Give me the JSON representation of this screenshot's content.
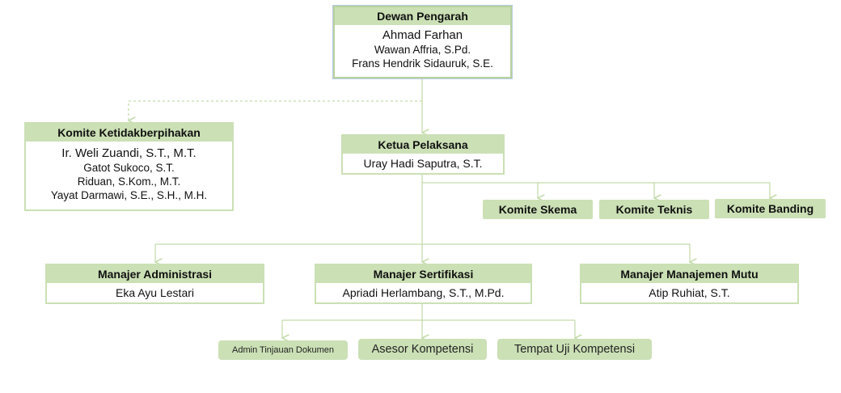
{
  "dewan_pengarah": {
    "title": "Dewan Pengarah",
    "members": [
      "Ahmad Farhan",
      "Wawan Affria, S.Pd.",
      "Frans Hendrik Sidauruk, S.E."
    ]
  },
  "komite_ketidakberpihakan": {
    "title": "Komite Ketidakberpihakan",
    "members": [
      "Ir. Weli Zuandi, S.T., M.T.",
      "Gatot Sukoco, S.T.",
      "Riduan, S.Kom., M.T.",
      "Yayat Darmawi, S.E., S.H., M.H."
    ]
  },
  "ketua_pelaksana": {
    "title": "Ketua Pelaksana",
    "member": "Uray Hadi Saputra, S.T."
  },
  "committees": {
    "skema": "Komite Skema",
    "teknis": "Komite Teknis",
    "banding": "Komite Banding"
  },
  "manajer_administrasi": {
    "title": "Manajer Administrasi",
    "member": "Eka Ayu Lestari"
  },
  "manajer_sertifikasi": {
    "title": "Manajer Sertifikasi",
    "member": "Apriadi Herlambang, S.T., M.Pd."
  },
  "manajer_mutu": {
    "title": "Manajer Manajemen Mutu",
    "member": "Atip Ruhiat, S.T."
  },
  "leaves": {
    "admin": "Admin Tinjauan Dokumen",
    "asesor": "Asesor Kompetensi",
    "tuk": "Tempat Uji Kompetensi"
  },
  "colors": {
    "box_fill": "#cbe0b5",
    "line": "#c5dcae"
  }
}
